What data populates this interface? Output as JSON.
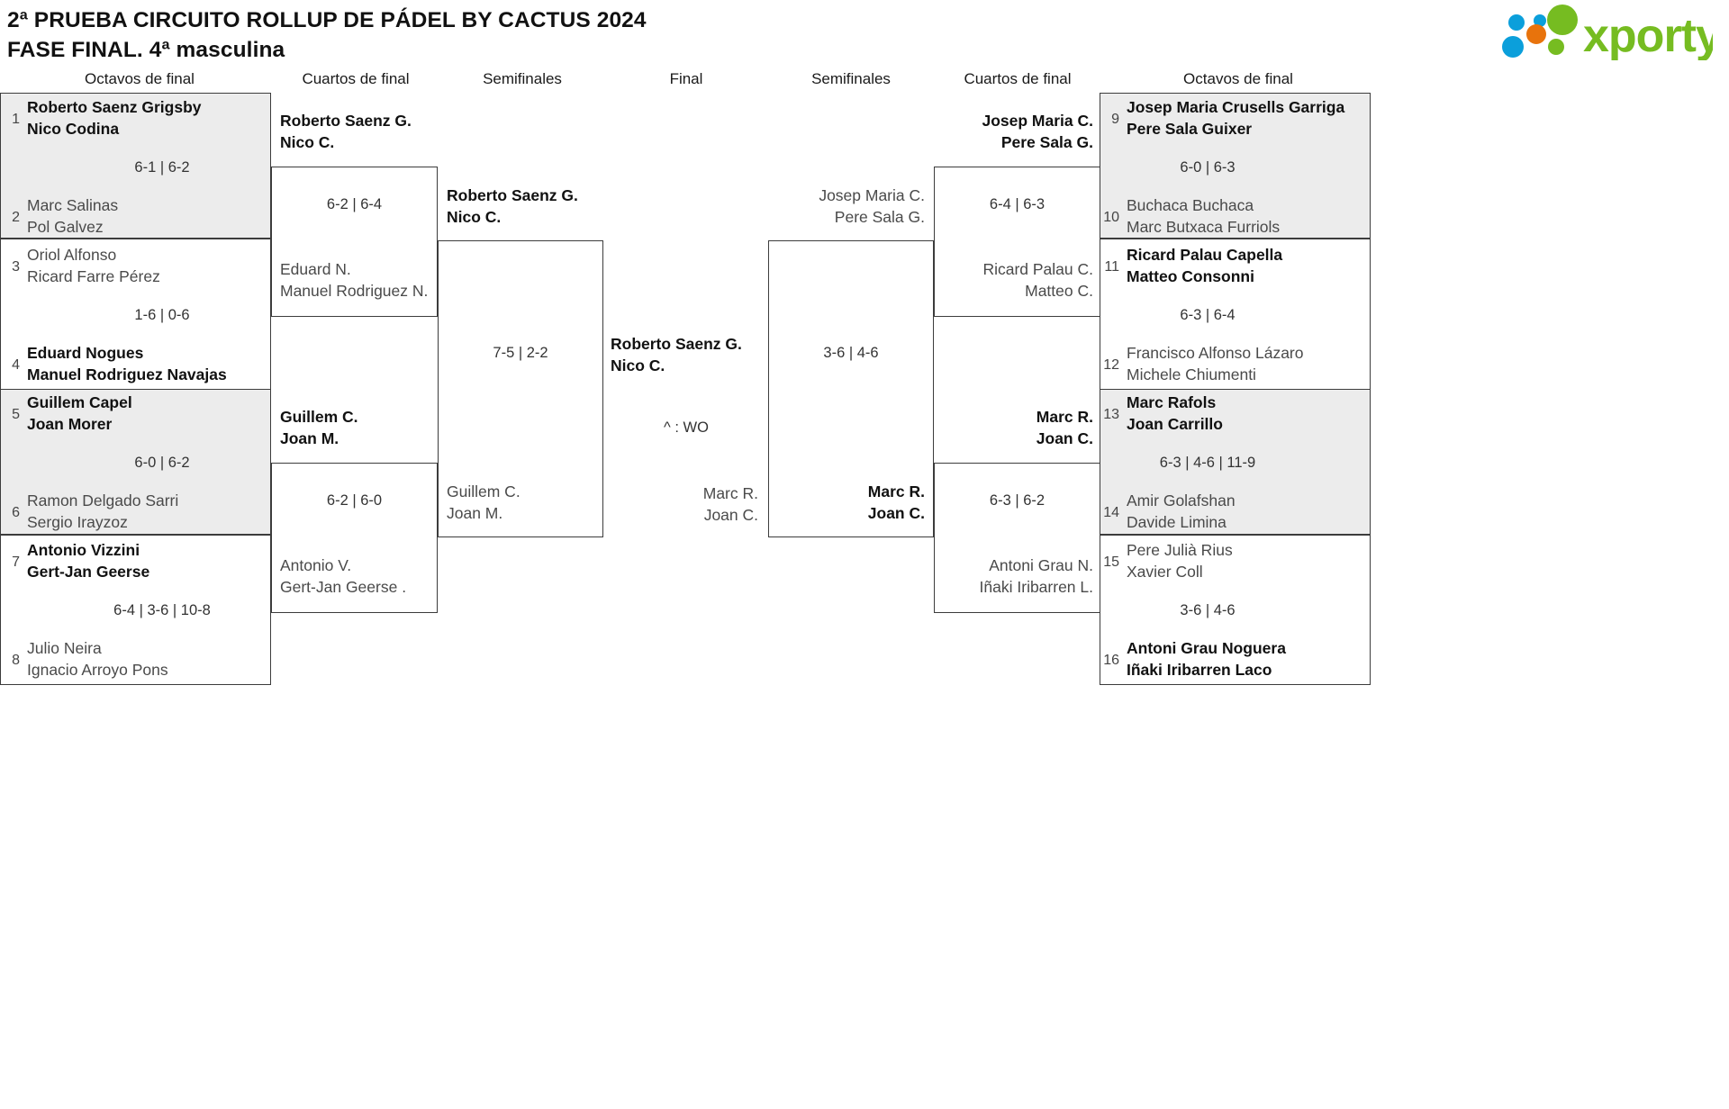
{
  "header": {
    "title_line1": "2ª PRUEBA CIRCUITO ROLLUP DE PÁDEL BY CACTUS 2024",
    "title_line2": "FASE FINAL. 4ª masculina",
    "logo_text": "xporty",
    "logo_colors": {
      "green": "#76bc21",
      "orange": "#e8730c",
      "blue": "#0b9fdb"
    }
  },
  "round_labels": {
    "left_octavos": "Octavos de final",
    "left_cuartos": "Cuartos de final",
    "left_semis": "Semifinales",
    "final": "Final",
    "right_semis": "Semifinales",
    "right_cuartos": "Cuartos de final",
    "right_octavos": "Octavos de final"
  },
  "left": {
    "octavos": [
      {
        "seed": "1",
        "names": [
          "Roberto Saenz Grigsby",
          "Nico Codina"
        ],
        "winner": true
      },
      {
        "seed": "2",
        "names": [
          "Marc Salinas",
          "Pol Galvez"
        ],
        "winner": false
      },
      {
        "seed": "3",
        "names": [
          "Oriol Alfonso",
          "Ricard Farre Pérez"
        ],
        "winner": false
      },
      {
        "seed": "4",
        "names": [
          "Eduard Nogues",
          "Manuel Rodriguez Navajas"
        ],
        "winner": true
      },
      {
        "seed": "5",
        "names": [
          "Guillem Capel",
          "Joan Morer"
        ],
        "winner": true
      },
      {
        "seed": "6",
        "names": [
          "Ramon Delgado Sarri",
          "Sergio Irayzoz"
        ],
        "winner": false
      },
      {
        "seed": "7",
        "names": [
          "Antonio Vizzini",
          "Gert-Jan Geerse"
        ],
        "winner": true
      },
      {
        "seed": "8",
        "names": [
          "Julio Neira",
          "Ignacio Arroyo Pons"
        ],
        "winner": false
      }
    ],
    "octavos_scores": [
      "6-1 | 6-2",
      "1-6 | 0-6",
      "6-0 | 6-2",
      "6-4 | 3-6 | 10-8"
    ],
    "cuartos": [
      {
        "names": [
          "Roberto Saenz G.",
          "Nico C."
        ],
        "winner": true
      },
      {
        "names": [
          "Eduard N.",
          "Manuel Rodriguez N."
        ],
        "winner": false
      },
      {
        "names": [
          "Guillem C.",
          "Joan M."
        ],
        "winner": true
      },
      {
        "names": [
          "Antonio V.",
          "Gert-Jan Geerse ."
        ],
        "winner": false
      }
    ],
    "cuartos_scores": [
      "6-2 | 6-4",
      "6-2 | 6-0"
    ],
    "semis": [
      {
        "names": [
          "Roberto Saenz G.",
          "Nico C."
        ],
        "winner": true
      },
      {
        "names": [
          "Guillem C.",
          "Joan M."
        ],
        "winner": false
      }
    ],
    "semis_scores": [
      "7-5 | 2-2"
    ]
  },
  "final": {
    "top": {
      "names": [
        "Roberto Saenz G.",
        "Nico C."
      ],
      "winner": true
    },
    "bottom": {
      "names": [
        "Marc R.",
        "Joan C."
      ],
      "winner": false
    },
    "score": "^ : WO"
  },
  "right": {
    "semis": [
      {
        "names": [
          "Josep Maria C.",
          "Pere Sala G."
        ],
        "winner": false
      },
      {
        "names": [
          "Marc R.",
          "Joan C."
        ],
        "winner": true
      }
    ],
    "semis_scores": [
      "3-6 | 4-6"
    ],
    "cuartos": [
      {
        "names": [
          "Josep Maria C.",
          "Pere Sala G."
        ],
        "winner": true
      },
      {
        "names": [
          "Ricard Palau C.",
          "Matteo C."
        ],
        "winner": false
      },
      {
        "names": [
          "Marc R.",
          "Joan C."
        ],
        "winner": true
      },
      {
        "names": [
          "Antoni Grau N.",
          "Iñaki Iribarren L."
        ],
        "winner": false
      }
    ],
    "cuartos_scores": [
      "6-4 | 6-3",
      "6-3 | 6-2"
    ],
    "octavos": [
      {
        "seed": "9",
        "names": [
          "Josep Maria Crusells Garriga",
          "Pere Sala Guixer"
        ],
        "winner": true
      },
      {
        "seed": "10",
        "names": [
          "Buchaca Buchaca",
          "Marc Butxaca Furriols"
        ],
        "winner": false
      },
      {
        "seed": "11",
        "names": [
          "Ricard Palau Capella",
          "Matteo Consonni"
        ],
        "winner": true
      },
      {
        "seed": "12",
        "names": [
          "Francisco Alfonso Lázaro",
          "Michele Chiumenti"
        ],
        "winner": false
      },
      {
        "seed": "13",
        "names": [
          "Marc Rafols",
          "Joan Carrillo"
        ],
        "winner": true
      },
      {
        "seed": "14",
        "names": [
          "Amir Golafshan",
          "Davide Limina"
        ],
        "winner": false
      },
      {
        "seed": "15",
        "names": [
          "Pere Julià Rius",
          "Xavier Coll"
        ],
        "winner": false
      },
      {
        "seed": "16",
        "names": [
          "Antoni Grau Noguera",
          "Iñaki Iribarren Laco"
        ],
        "winner": true
      }
    ],
    "octavos_scores": [
      "6-0 | 6-3",
      "6-3 | 6-4",
      "6-3 | 4-6 | 11-9",
      "3-6 | 4-6"
    ]
  }
}
